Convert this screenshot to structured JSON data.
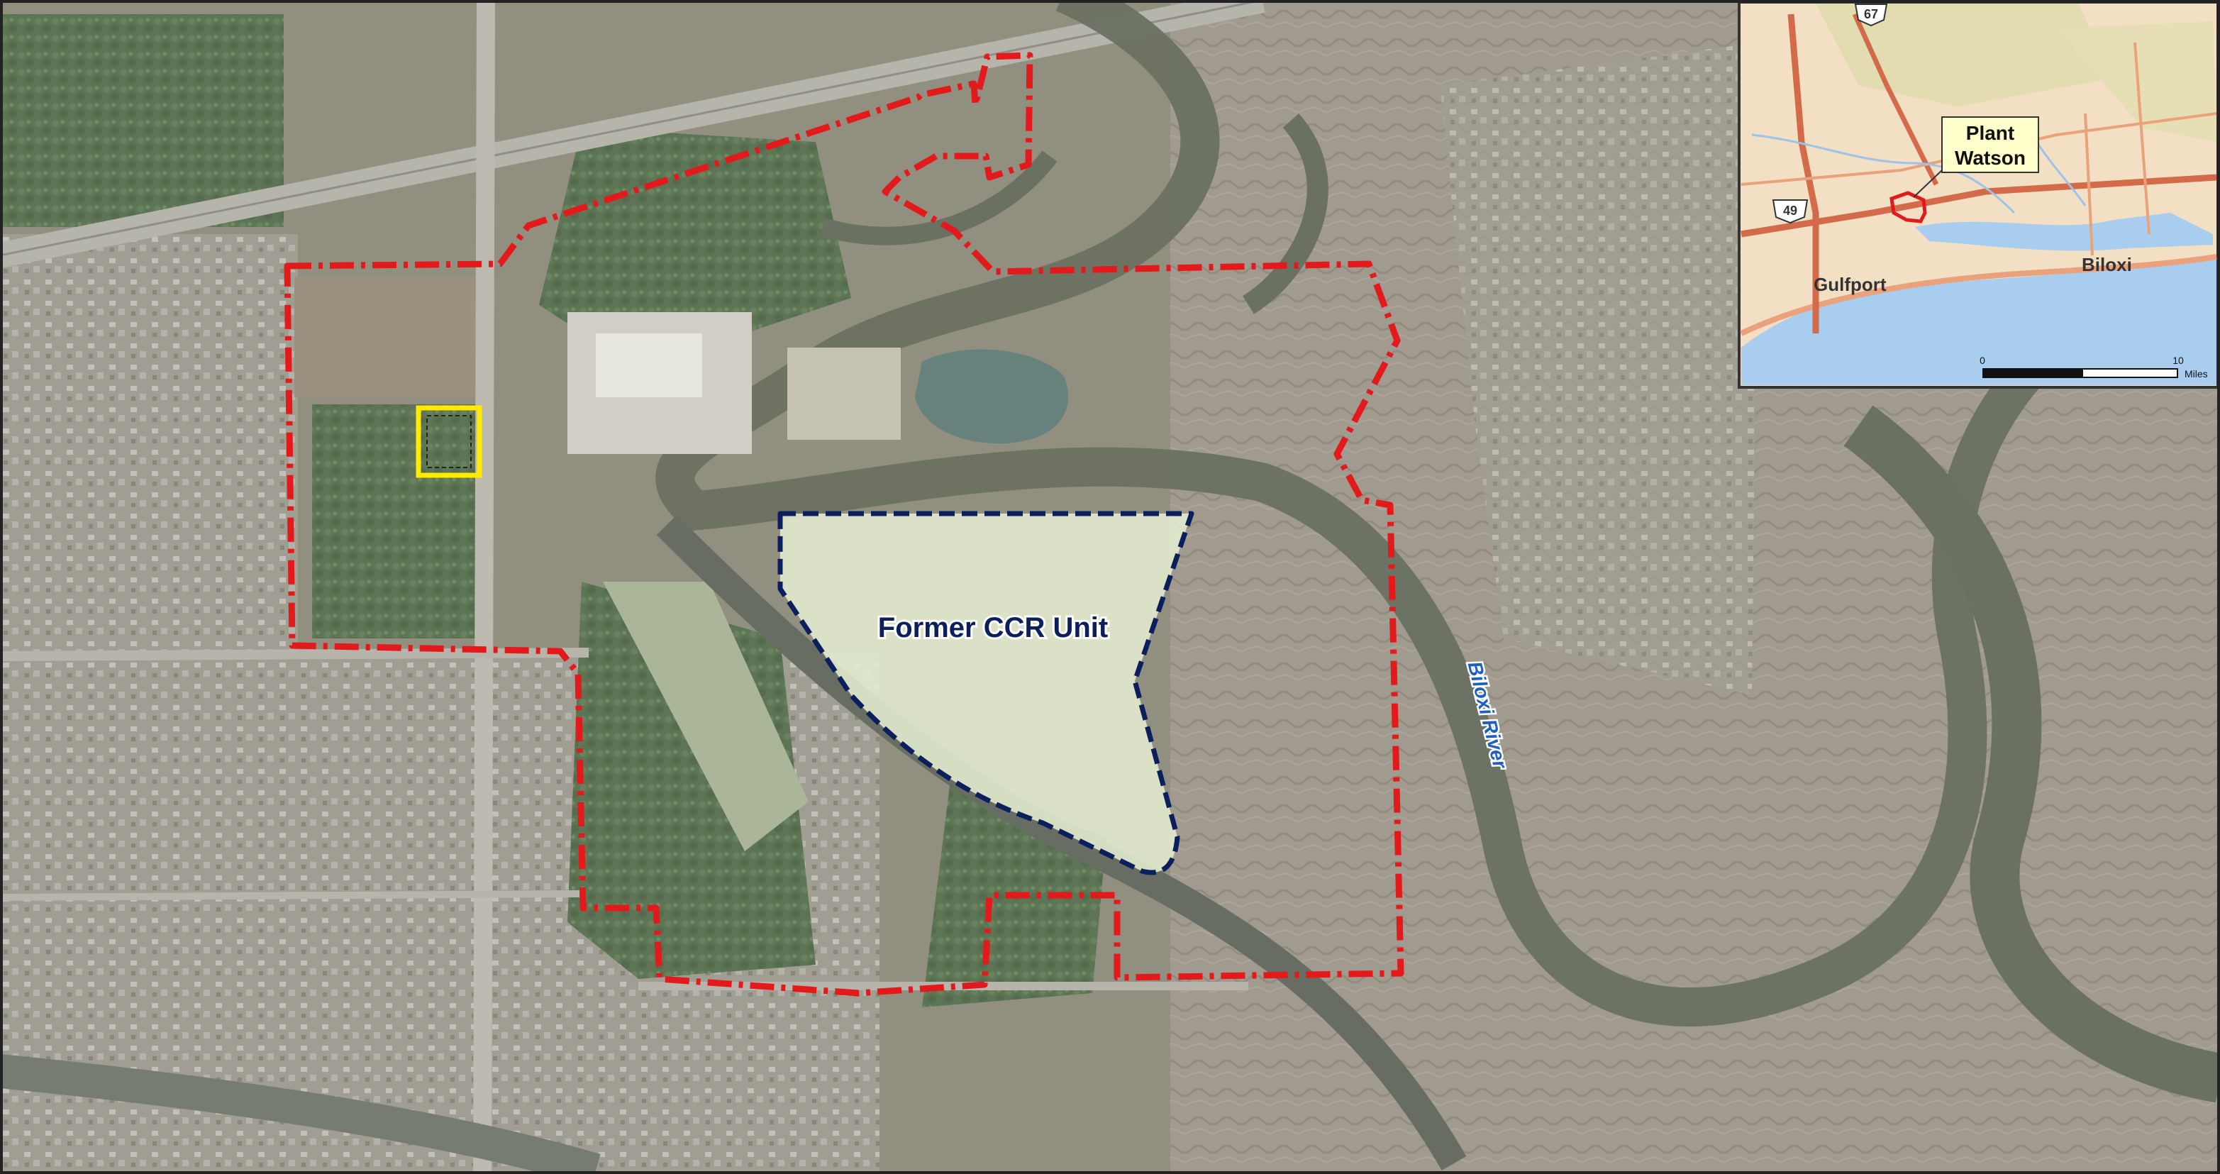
{
  "map": {
    "ccr_unit_label": "Former CCR Unit",
    "river_label": "Biloxi River",
    "colors": {
      "property_boundary": "#e31a1c",
      "ccr_unit_outline": "#0b1f5c",
      "ccr_unit_label": "#0b1f5c",
      "river_label": "#1f5fbf",
      "highlight_box": "#ffea00"
    }
  },
  "inset": {
    "callout_line1": "Plant",
    "callout_line2": "Watson",
    "highway_67": "67",
    "highway_49": "49",
    "city_gulfport": "Gulfport",
    "city_biloxi": "Biloxi",
    "scale_start": "0",
    "scale_end": "10",
    "scale_unit": "Miles"
  }
}
